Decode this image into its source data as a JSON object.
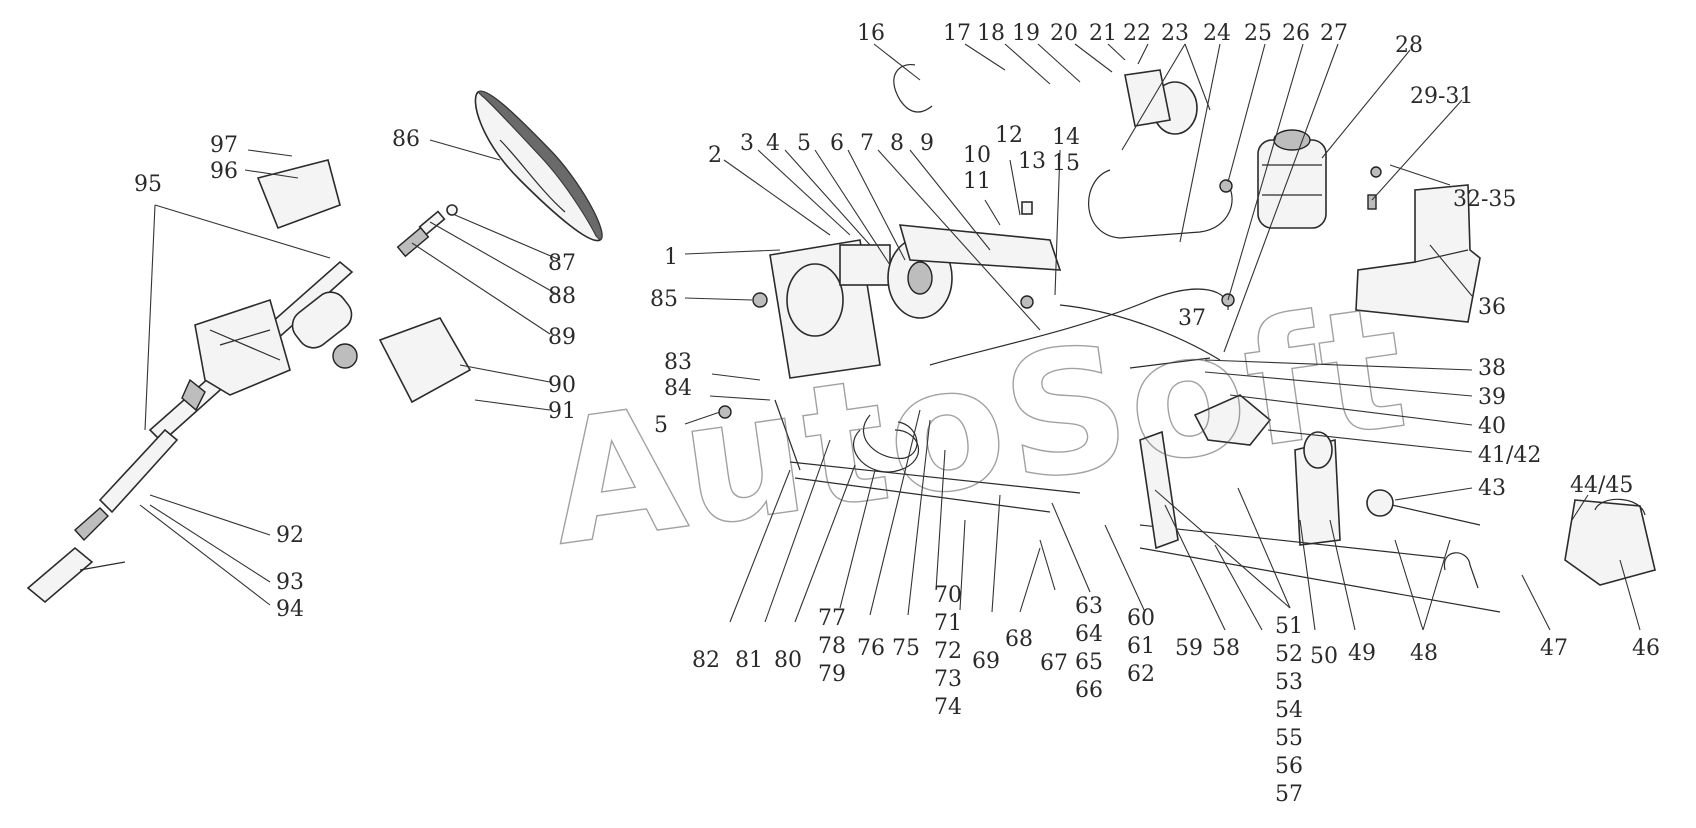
{
  "watermark": "AutoSoft",
  "callouts": [
    {
      "id": "c16",
      "text": "16"
    },
    {
      "id": "c17",
      "text": "17"
    },
    {
      "id": "c18",
      "text": "18"
    },
    {
      "id": "c19",
      "text": "19"
    },
    {
      "id": "c20",
      "text": "20"
    },
    {
      "id": "c21",
      "text": "21"
    },
    {
      "id": "c22",
      "text": "22"
    },
    {
      "id": "c23",
      "text": "23"
    },
    {
      "id": "c24",
      "text": "24"
    },
    {
      "id": "c25",
      "text": "25"
    },
    {
      "id": "c26",
      "text": "26"
    },
    {
      "id": "c27",
      "text": "27"
    },
    {
      "id": "c28",
      "text": "28"
    },
    {
      "id": "c29",
      "text": "29-31"
    },
    {
      "id": "c32",
      "text": "32-35"
    },
    {
      "id": "c36",
      "text": "36"
    },
    {
      "id": "c37",
      "text": "37"
    },
    {
      "id": "c38",
      "text": "38"
    },
    {
      "id": "c39",
      "text": "39"
    },
    {
      "id": "c40",
      "text": "40"
    },
    {
      "id": "c41",
      "text": "41/42"
    },
    {
      "id": "c43",
      "text": "43"
    },
    {
      "id": "c44",
      "text": "44/45"
    },
    {
      "id": "c46",
      "text": "46"
    },
    {
      "id": "c47",
      "text": "47"
    },
    {
      "id": "c48",
      "text": "48"
    },
    {
      "id": "c49",
      "text": "49"
    },
    {
      "id": "c50",
      "text": "50"
    },
    {
      "id": "c51",
      "text": "51"
    },
    {
      "id": "c52",
      "text": "52"
    },
    {
      "id": "c53",
      "text": "53"
    },
    {
      "id": "c54",
      "text": "54"
    },
    {
      "id": "c55",
      "text": "55"
    },
    {
      "id": "c56",
      "text": "56"
    },
    {
      "id": "c57",
      "text": "57"
    },
    {
      "id": "c58",
      "text": "58"
    },
    {
      "id": "c59",
      "text": "59"
    },
    {
      "id": "c60",
      "text": "60"
    },
    {
      "id": "c61",
      "text": "61"
    },
    {
      "id": "c62",
      "text": "62"
    },
    {
      "id": "c63",
      "text": "63"
    },
    {
      "id": "c64",
      "text": "64"
    },
    {
      "id": "c65",
      "text": "65"
    },
    {
      "id": "c66",
      "text": "66"
    },
    {
      "id": "c67",
      "text": "67"
    },
    {
      "id": "c68",
      "text": "68"
    },
    {
      "id": "c69",
      "text": "69"
    },
    {
      "id": "c70",
      "text": "70"
    },
    {
      "id": "c71",
      "text": "71"
    },
    {
      "id": "c72",
      "text": "72"
    },
    {
      "id": "c73",
      "text": "73"
    },
    {
      "id": "c74",
      "text": "74"
    },
    {
      "id": "c75",
      "text": "75"
    },
    {
      "id": "c76",
      "text": "76"
    },
    {
      "id": "c77",
      "text": "77"
    },
    {
      "id": "c78",
      "text": "78"
    },
    {
      "id": "c79",
      "text": "79"
    },
    {
      "id": "c80",
      "text": "80"
    },
    {
      "id": "c81",
      "text": "81"
    },
    {
      "id": "c82",
      "text": "82"
    },
    {
      "id": "c1",
      "text": "1"
    },
    {
      "id": "c2",
      "text": "2"
    },
    {
      "id": "c3",
      "text": "3"
    },
    {
      "id": "c4",
      "text": "4"
    },
    {
      "id": "c5a",
      "text": "5"
    },
    {
      "id": "c6",
      "text": "6"
    },
    {
      "id": "c7",
      "text": "7"
    },
    {
      "id": "c8",
      "text": "8"
    },
    {
      "id": "c9",
      "text": "9"
    },
    {
      "id": "c10",
      "text": "10"
    },
    {
      "id": "c11",
      "text": "11"
    },
    {
      "id": "c12",
      "text": "12"
    },
    {
      "id": "c13",
      "text": "13"
    },
    {
      "id": "c14",
      "text": "14"
    },
    {
      "id": "c15",
      "text": "15"
    },
    {
      "id": "c83",
      "text": "83"
    },
    {
      "id": "c84",
      "text": "84"
    },
    {
      "id": "c85",
      "text": "85"
    },
    {
      "id": "c5b",
      "text": "5"
    },
    {
      "id": "c86",
      "text": "86"
    },
    {
      "id": "c87",
      "text": "87"
    },
    {
      "id": "c88",
      "text": "88"
    },
    {
      "id": "c89",
      "text": "89"
    },
    {
      "id": "c90",
      "text": "90"
    },
    {
      "id": "c91",
      "text": "91"
    },
    {
      "id": "c92",
      "text": "92"
    },
    {
      "id": "c93",
      "text": "93"
    },
    {
      "id": "c94",
      "text": "94"
    },
    {
      "id": "c95",
      "text": "95"
    },
    {
      "id": "c96",
      "text": "96"
    },
    {
      "id": "c97",
      "text": "97"
    }
  ]
}
